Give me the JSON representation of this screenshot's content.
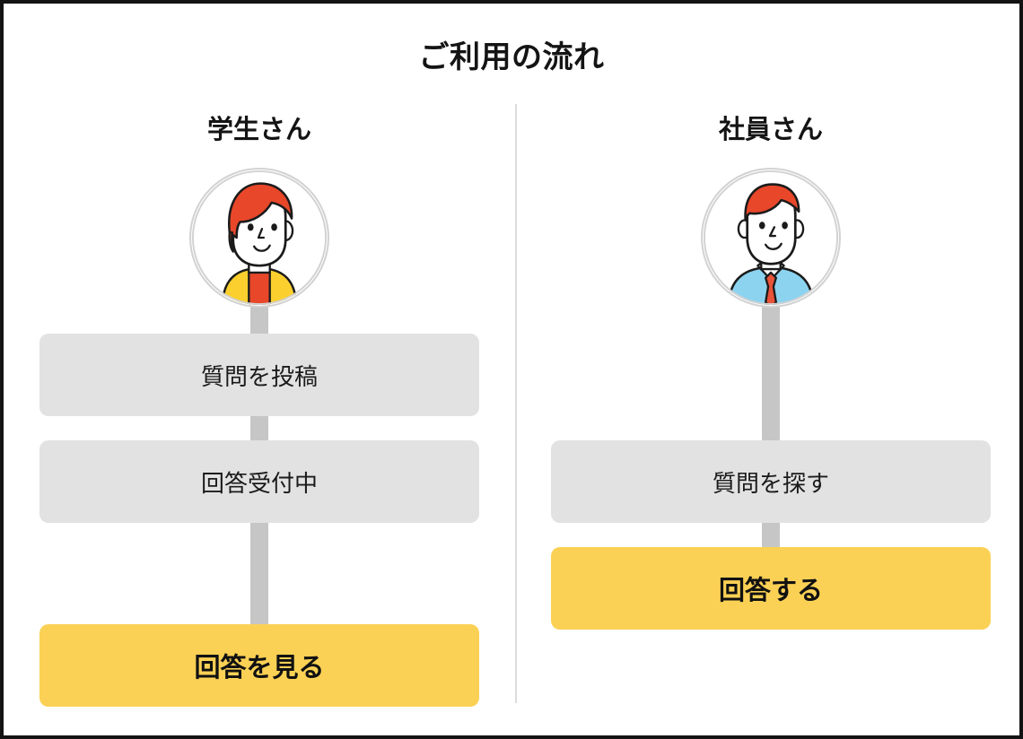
{
  "title": "ご利用の流れ",
  "theme": {
    "accent_color": "#fbd155",
    "step_color": "#e2e2e2",
    "rail_color": "#c6c6c6",
    "divider_color": "#dcdcdc",
    "text_color": "#141414",
    "border_color": "#131313",
    "hair_color": "#e8472a",
    "shirt_yellow": "#fbcf2e",
    "shirt_blue": "#8cd3f0",
    "tie_color": "#e8533a",
    "skin_color": "#ffffff"
  },
  "columns": [
    {
      "key": "student",
      "heading": "学生さん",
      "avatar_name": "student-avatar",
      "steps": [
        {
          "label": "質問を投稿",
          "style": "gray",
          "name": "step-post-question"
        },
        {
          "label": "回答受付中",
          "style": "gray",
          "name": "step-accepting-answers"
        },
        {
          "label": "回答を見る",
          "style": "accent",
          "name": "step-view-answers"
        }
      ]
    },
    {
      "key": "employee",
      "heading": "社員さん",
      "avatar_name": "employee-avatar",
      "steps": [
        {
          "label": "質問を探す",
          "style": "gray",
          "name": "step-find-question"
        },
        {
          "label": "回答する",
          "style": "accent",
          "name": "step-answer"
        }
      ]
    }
  ]
}
